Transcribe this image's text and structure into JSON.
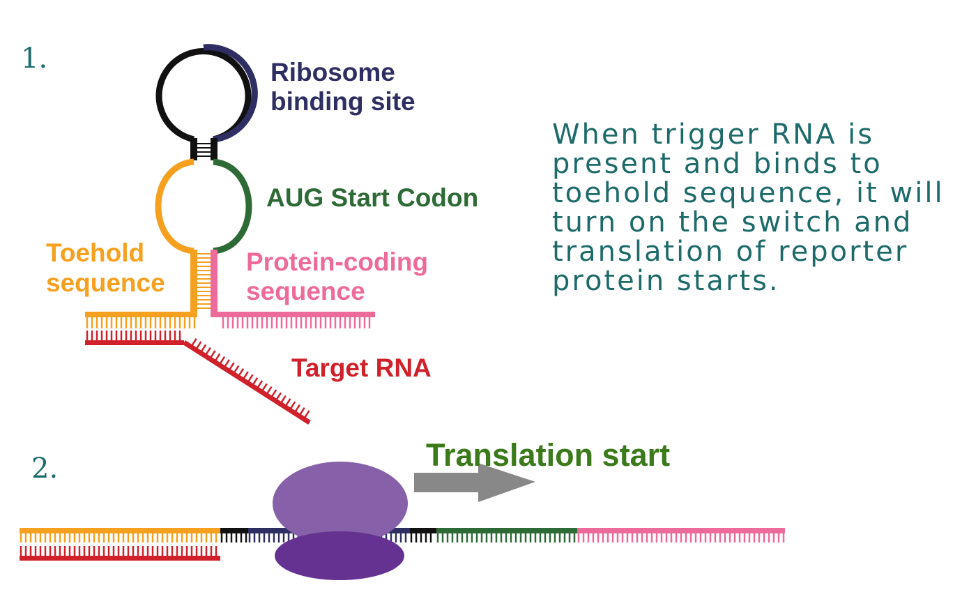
{
  "step_labels": {
    "one": "1.",
    "two": "2."
  },
  "labels": {
    "rbs_line1": "Ribosome",
    "rbs_line2": "binding site",
    "aug": "AUG Start Codon",
    "toehold_line1": "Toehold",
    "toehold_line2": "sequence",
    "protein_line1": "Protein-coding",
    "protein_line2": "sequence",
    "target": "Target RNA",
    "translation": "Translation start"
  },
  "description": [
    "When trigger RNA is",
    "present and binds to",
    "toehold sequence, it will",
    "turn on the switch and",
    "translation of reporter",
    "protein starts."
  ],
  "colors": {
    "rbs": "#2e2e62",
    "loop_black": "#111111",
    "aug": "#2e6a35",
    "toehold": "#f5a01e",
    "protein": "#ec6b9a",
    "target": "#d0202a",
    "ribosome_large": "#8660a8",
    "ribosome_small": "#663292",
    "arrow": "#888888",
    "translation_text": "#3a7a1a",
    "description_text": "#1e6a6a"
  }
}
